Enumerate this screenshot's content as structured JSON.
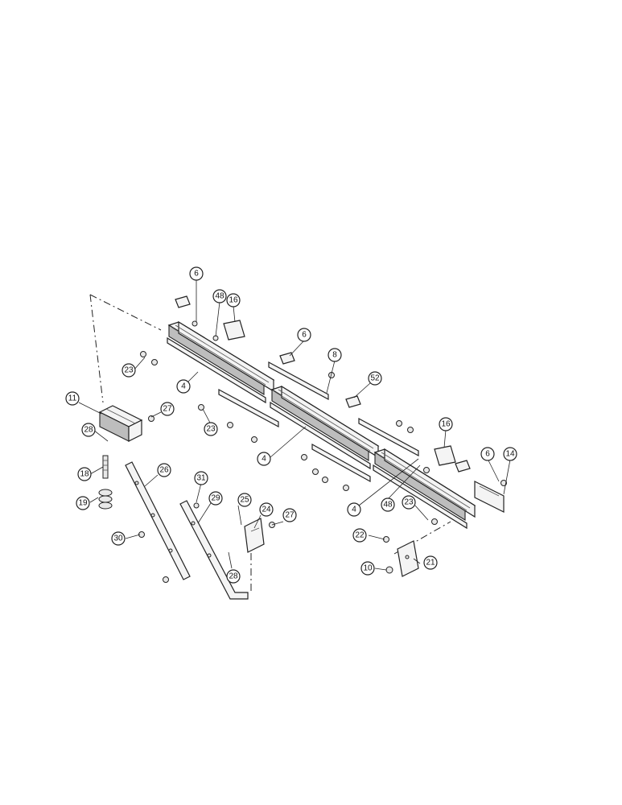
{
  "callouts": [
    {
      "id": "c6a",
      "label": "6"
    },
    {
      "id": "c48a",
      "label": "48"
    },
    {
      "id": "c16a",
      "label": "16"
    },
    {
      "id": "c6b",
      "label": "6"
    },
    {
      "id": "c8",
      "label": "8"
    },
    {
      "id": "c23a",
      "label": "23"
    },
    {
      "id": "c4a",
      "label": "4"
    },
    {
      "id": "c52",
      "label": "52"
    },
    {
      "id": "c11",
      "label": "11"
    },
    {
      "id": "c27a",
      "label": "27"
    },
    {
      "id": "c28a",
      "label": "28"
    },
    {
      "id": "c23b",
      "label": "23"
    },
    {
      "id": "c16b",
      "label": "16"
    },
    {
      "id": "c6c",
      "label": "6"
    },
    {
      "id": "c14",
      "label": "14"
    },
    {
      "id": "c18",
      "label": "18"
    },
    {
      "id": "c26",
      "label": "26"
    },
    {
      "id": "c4b",
      "label": "4"
    },
    {
      "id": "c19",
      "label": "19"
    },
    {
      "id": "c31",
      "label": "31"
    },
    {
      "id": "c29",
      "label": "29"
    },
    {
      "id": "c25",
      "label": "25"
    },
    {
      "id": "c48b",
      "label": "48"
    },
    {
      "id": "c23c",
      "label": "23"
    },
    {
      "id": "c4c",
      "label": "4"
    },
    {
      "id": "c24",
      "label": "24"
    },
    {
      "id": "c27b",
      "label": "27"
    },
    {
      "id": "c30",
      "label": "30"
    },
    {
      "id": "c22",
      "label": "22"
    },
    {
      "id": "c28b",
      "label": "28"
    },
    {
      "id": "c21",
      "label": "21"
    },
    {
      "id": "c10",
      "label": "10"
    }
  ]
}
